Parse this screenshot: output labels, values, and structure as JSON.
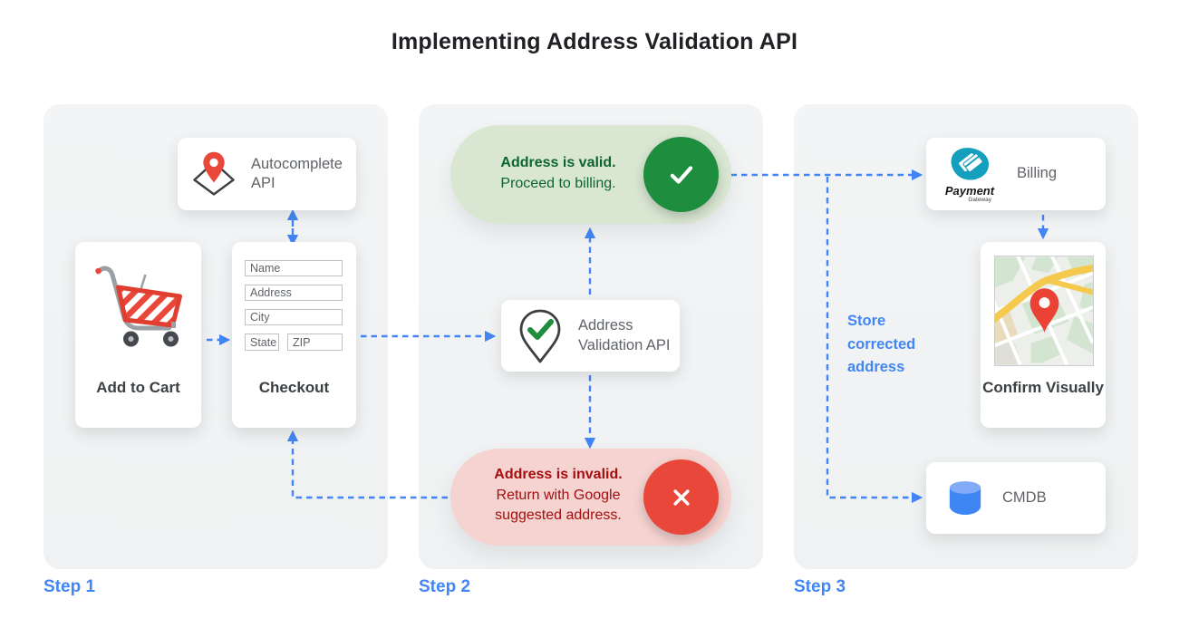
{
  "title": "Implementing Address Validation API",
  "colors": {
    "accent_blue": "#4285f4",
    "panel_bg": "#f1f3f4",
    "success_green": "#1e8e3e",
    "success_pill_bg": "#d8e6d2",
    "success_text": "#0d652d",
    "error_red": "#e8473a",
    "error_pill_bg": "#f5d3d1",
    "error_text": "#a50e0e",
    "gateway_teal": "#14a0bd",
    "database_blue": "#4285f4",
    "gray_text": "#5f6368",
    "dark_text": "#3c4043"
  },
  "step1": {
    "label": "Step 1",
    "autocomplete_card": {
      "label": "Autocomplete API",
      "icon": "map-pin-diamond-icon"
    },
    "cart_card": {
      "label": "Add to Cart",
      "icon": "shopping-cart-icon"
    },
    "checkout_card": {
      "label": "Checkout",
      "fields": [
        "Name",
        "Address",
        "City",
        "State",
        "ZIP"
      ]
    }
  },
  "step2": {
    "label": "Step 2",
    "valid_pill": {
      "title": "Address is valid.",
      "subtitle": "Proceed to billing.",
      "icon": "check-circle-icon"
    },
    "validation_card": {
      "label": "Address Validation API",
      "icon": "pin-check-icon"
    },
    "invalid_pill": {
      "title": "Address is invalid.",
      "subtitle": "Return with Google suggested address.",
      "icon": "x-circle-icon"
    }
  },
  "step3": {
    "label": "Step 3",
    "billing_card": {
      "label": "Billing",
      "logo_title": "Payment",
      "logo_subtitle": "Gateway",
      "icon": "payment-gateway-logo"
    },
    "confirm_card": {
      "label": "Confirm Visually",
      "icon": "map-thumbnail"
    },
    "cmdb_card": {
      "label": "CMDB",
      "icon": "database-icon"
    },
    "store_note": "Store corrected address"
  }
}
